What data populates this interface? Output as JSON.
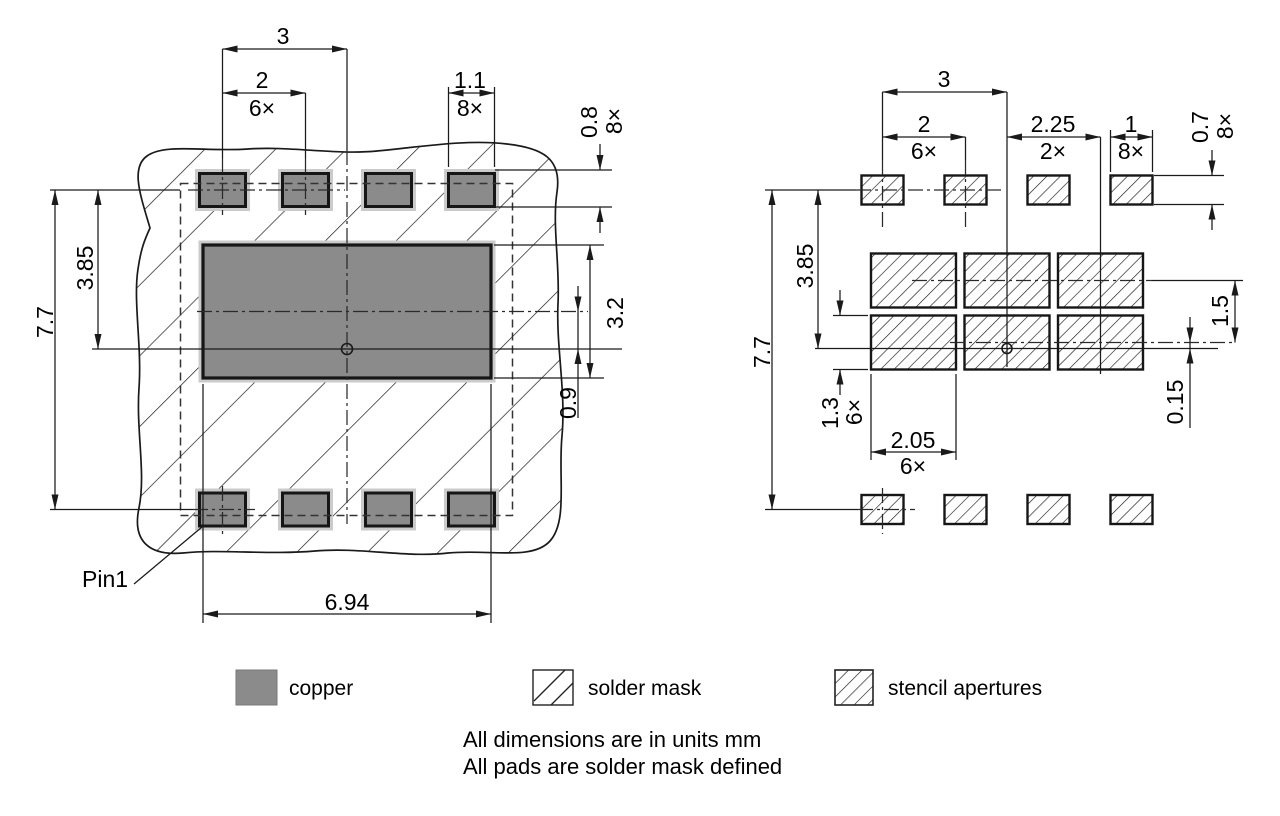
{
  "figure": {
    "type": "PCB land pattern drawing",
    "views": {
      "left": "copper and solder mask",
      "right": "stencil apertures"
    }
  },
  "left_view": {
    "pin1_label": "Pin1",
    "dims": {
      "col_offset": "3",
      "pitch": "2",
      "pitch_count": "6×",
      "pad_w": "1.1",
      "pad_w_count": "8×",
      "pad_h": "0.8",
      "pad_h_count": "8×",
      "row_to_center": "3.85",
      "row_span": "7.7",
      "thermal_h": "3.2",
      "center_offset": "0.9",
      "thermal_w": "6.94"
    }
  },
  "right_view": {
    "dims": {
      "col_offset": "3",
      "pitch": "2",
      "pitch_count": "6×",
      "aperture_col_pitch": "2.25",
      "aperture_col_pitch_count": "2×",
      "pad_w": "1",
      "pad_w_count": "8×",
      "pad_h": "0.7",
      "pad_h_count": "8×",
      "row_to_center": "3.85",
      "row_span": "7.7",
      "aperture_row_pitch": "1.5",
      "row_center_offset": "0.15",
      "aperture_h": "1.3",
      "aperture_h_count": "6×",
      "aperture_w": "2.05",
      "aperture_w_count": "6×"
    }
  },
  "legend": {
    "items": [
      {
        "label": "copper"
      },
      {
        "label": "solder mask"
      },
      {
        "label": "stencil apertures"
      }
    ]
  },
  "notes": {
    "line1": "All dimensions are in units mm",
    "line2": "All pads are solder mask defined"
  },
  "colors": {
    "copper": "#8b8b8b",
    "mask_ring": "#cbcbcb",
    "line": "#1a1a1a"
  }
}
